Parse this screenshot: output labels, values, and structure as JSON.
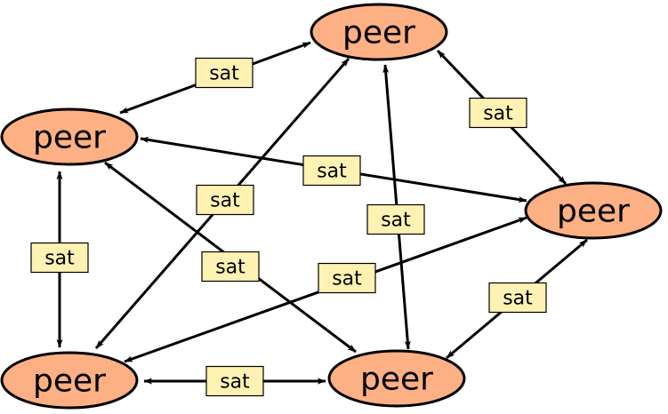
{
  "colors": {
    "peer_fill": "#FDB083",
    "sat_fill": "#FFF2B3",
    "line": "#000000",
    "background": "#FFFFFF"
  },
  "peers": [
    {
      "id": "top",
      "label": "peer"
    },
    {
      "id": "left",
      "label": "peer"
    },
    {
      "id": "right",
      "label": "peer"
    },
    {
      "id": "bottom-left",
      "label": "peer"
    },
    {
      "id": "bottom-mid",
      "label": "peer"
    }
  ],
  "links": [
    {
      "id": "left-top",
      "from": "left",
      "to": "top",
      "label": "sat"
    },
    {
      "id": "top-right",
      "from": "top",
      "to": "right",
      "label": "sat"
    },
    {
      "id": "left-right",
      "from": "left",
      "to": "right",
      "label": "sat"
    },
    {
      "id": "bottomleft-top",
      "from": "bottom-left",
      "to": "top",
      "label": "sat"
    },
    {
      "id": "left-bottommid",
      "from": "left",
      "to": "bottom-mid",
      "label": "sat"
    },
    {
      "id": "top-bottommid",
      "from": "top",
      "to": "bottom-mid",
      "label": "sat"
    },
    {
      "id": "left-bottomleft",
      "from": "left",
      "to": "bottom-left",
      "label": "sat"
    },
    {
      "id": "bottomleft-right",
      "from": "bottom-left",
      "to": "right",
      "label": "sat"
    },
    {
      "id": "bottommid-right",
      "from": "bottom-mid",
      "to": "right",
      "label": "sat"
    },
    {
      "id": "bottomleft-bottommid",
      "from": "bottom-left",
      "to": "bottom-mid",
      "label": "sat"
    }
  ]
}
